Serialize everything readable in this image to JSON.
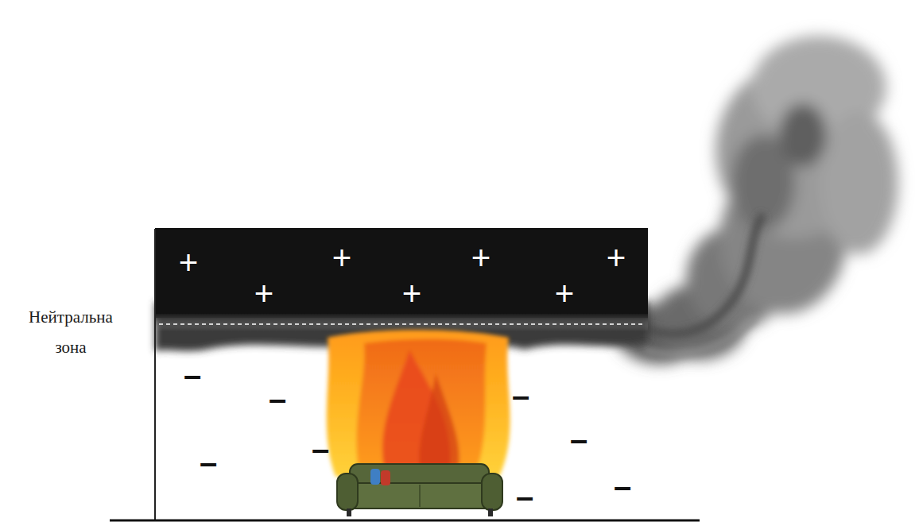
{
  "diagram": {
    "labels": [
      "+",
      "+",
      "+",
      "+",
      "+",
      "+",
      "+",
      "Нейтральна зона",
      "–",
      "–",
      "–",
      "–",
      "–",
      "–",
      "–",
      "–"
    ]
  }
}
